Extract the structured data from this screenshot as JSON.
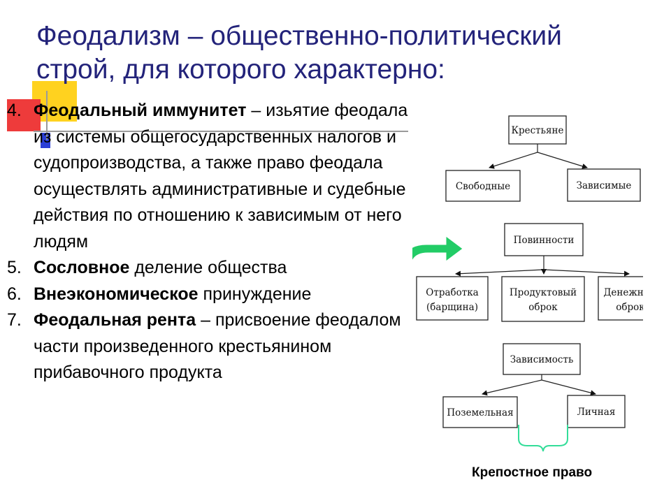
{
  "slide": {
    "title": "Феодализм – общественно-политический строй, для которого характерно:",
    "items": [
      {
        "num": "4. ",
        "bold": "Феодальный иммунитет",
        "rest": " – изьятие феодала из системы общегосударственных налогов и судопроизводства, а также право феодала осуществлять административные и судебные действия по отношению к зависимым от него людям"
      },
      {
        "num": "5.  ",
        "bold": "Сословное",
        "rest": " деление общества"
      },
      {
        "num": "6. ",
        "bold": "Внеэкономическое",
        "rest": " принуждение"
      },
      {
        "num": "7. ",
        "bold": "Феодальная рента",
        "rest": " – присвоение феодалом части произведенного крестьянином прибавочного продукта"
      }
    ],
    "caption": "Крепостное право"
  },
  "diagram": {
    "peasants": "Крестьяне",
    "free": "Свободные",
    "dependent": "Зависимые",
    "duties": "Повинности",
    "labor_1": "Отработка",
    "labor_2": "(барщина)",
    "produce_1": "Продуктовый",
    "produce_2": "оброк",
    "money_1": "Денежный",
    "money_2": "оброк",
    "dependence": "Зависимость",
    "land": "Поземельная",
    "personal": "Личная"
  },
  "colors": {
    "title": "#23237a",
    "arrow": "#22cc66",
    "bracket": "#33dd99",
    "deco_yellow": "#ffd21f",
    "deco_red": "#ee3b3b",
    "deco_blue": "#2b3fd6"
  }
}
